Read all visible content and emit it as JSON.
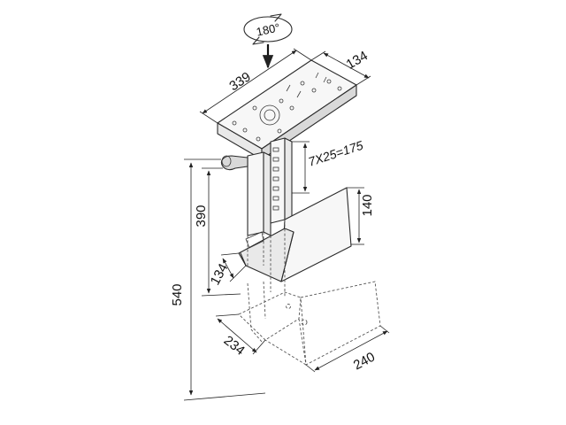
{
  "dimensions": {
    "top_length": "339",
    "top_depth": "134",
    "rotation": "180°",
    "adjustment": "7X25=175",
    "overall_height": "540",
    "column_height": "390",
    "base_depth": "134",
    "holder_height": "140",
    "holder_depth": "234",
    "holder_width": "240"
  },
  "colors": {
    "line": "#2b2b2b",
    "dashed": "#555555",
    "text": "#111111"
  }
}
